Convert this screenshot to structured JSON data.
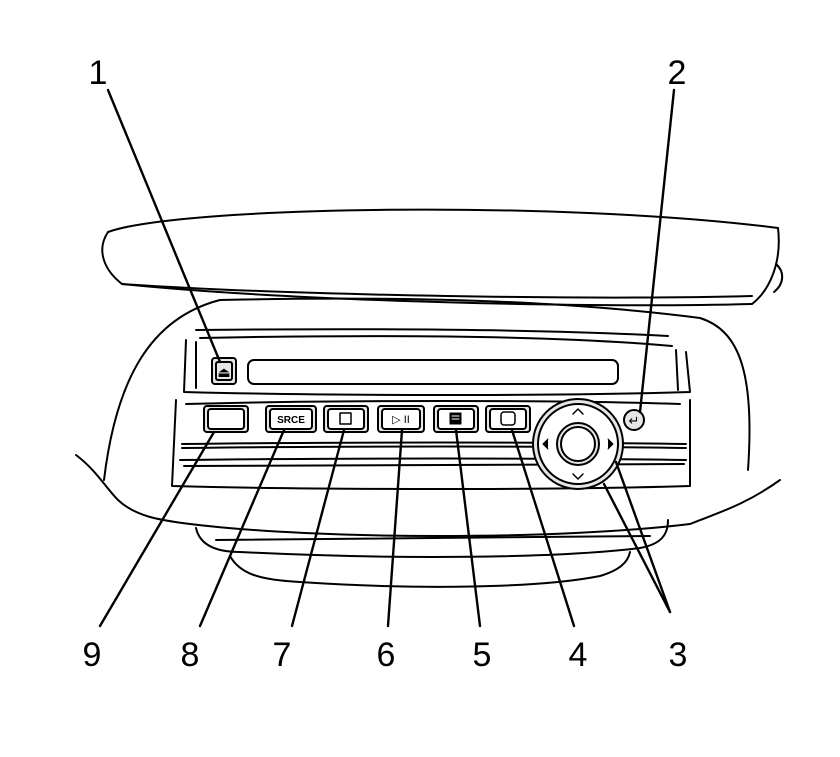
{
  "figure": {
    "callouts": [
      "1",
      "2",
      "3",
      "4",
      "5",
      "6",
      "7",
      "8",
      "9"
    ],
    "button_labels": {
      "source": "SRCE"
    },
    "glyphs": {
      "eject": "⏏",
      "enter": "↵",
      "play_pause": "▷ II"
    },
    "colors": {
      "line": "#000000",
      "background": "#ffffff",
      "button_face": "#e6e6e6"
    }
  }
}
